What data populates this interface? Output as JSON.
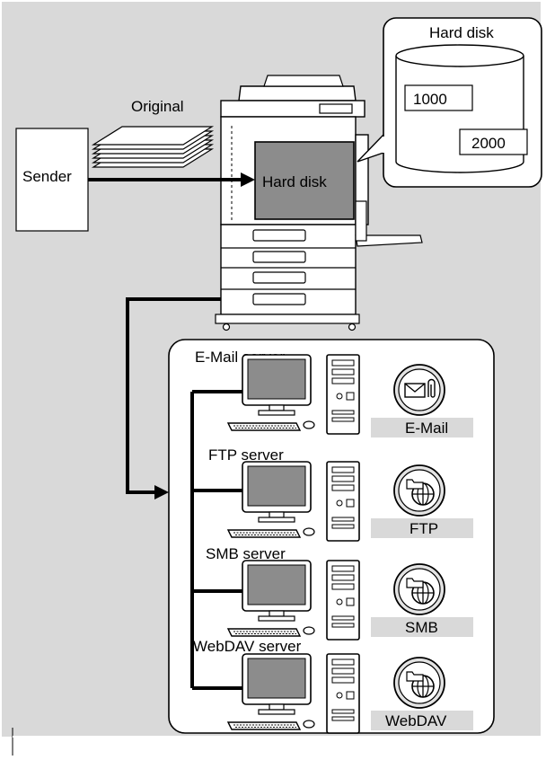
{
  "colors": {
    "panel_bg": "#d9d9d9",
    "server_box_bg": "#ffffff",
    "screen": "#8c8c8c",
    "label_bg": "#d9d9d9",
    "icon_fill": "#e3e3e3"
  },
  "sender": {
    "label": "Sender"
  },
  "original": {
    "label": "Original"
  },
  "mfp": {
    "screen_label": "Hard disk"
  },
  "callout": {
    "title": "Hard disk",
    "box_1": "1000",
    "box_2": "2000"
  },
  "servers": [
    {
      "name": "E-Mail server",
      "protocol": "E-Mail",
      "icon": "email-attachment-icon"
    },
    {
      "name": "FTP server",
      "protocol": "FTP",
      "icon": "folder-globe-icon"
    },
    {
      "name": "SMB server",
      "protocol": "SMB",
      "icon": "folder-globe-icon"
    },
    {
      "name": "WebDAV server",
      "protocol": "WebDAV",
      "icon": "folder-globe-icon"
    }
  ]
}
